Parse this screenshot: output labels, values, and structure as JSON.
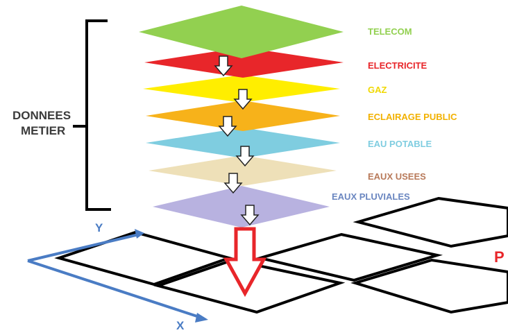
{
  "bracket_label": {
    "line1": "DONNEES",
    "line2": "METIER"
  },
  "layers": [
    {
      "label": "TELECOM",
      "color": "#92d050",
      "label_color": "#92d050"
    },
    {
      "label": "ELECTRICITE",
      "color": "#e8262a",
      "label_color": "#e8262a"
    },
    {
      "label": "GAZ",
      "color": "#ffee00",
      "label_color": "#f0d800"
    },
    {
      "label": "ECLAIRAGE PUBLIC",
      "color": "#f7b21a",
      "label_color": "#f2b100"
    },
    {
      "label": "EAU POTABLE",
      "color": "#7fcde0",
      "label_color": "#7fcde0"
    },
    {
      "label": "EAUX USEES",
      "color": "#eee0b8",
      "label_color": "#b87a5a"
    },
    {
      "label": "EAUX PLUVIALES",
      "color": "#b8b2e0",
      "label_color": "#6a86c0"
    }
  ],
  "axes": {
    "x_label": "X",
    "y_label": "Y",
    "color": "#4a7cc4"
  },
  "cropped_letter": "P",
  "colors": {
    "arrow_red": "#e8262a",
    "grid_line": "#000000"
  }
}
